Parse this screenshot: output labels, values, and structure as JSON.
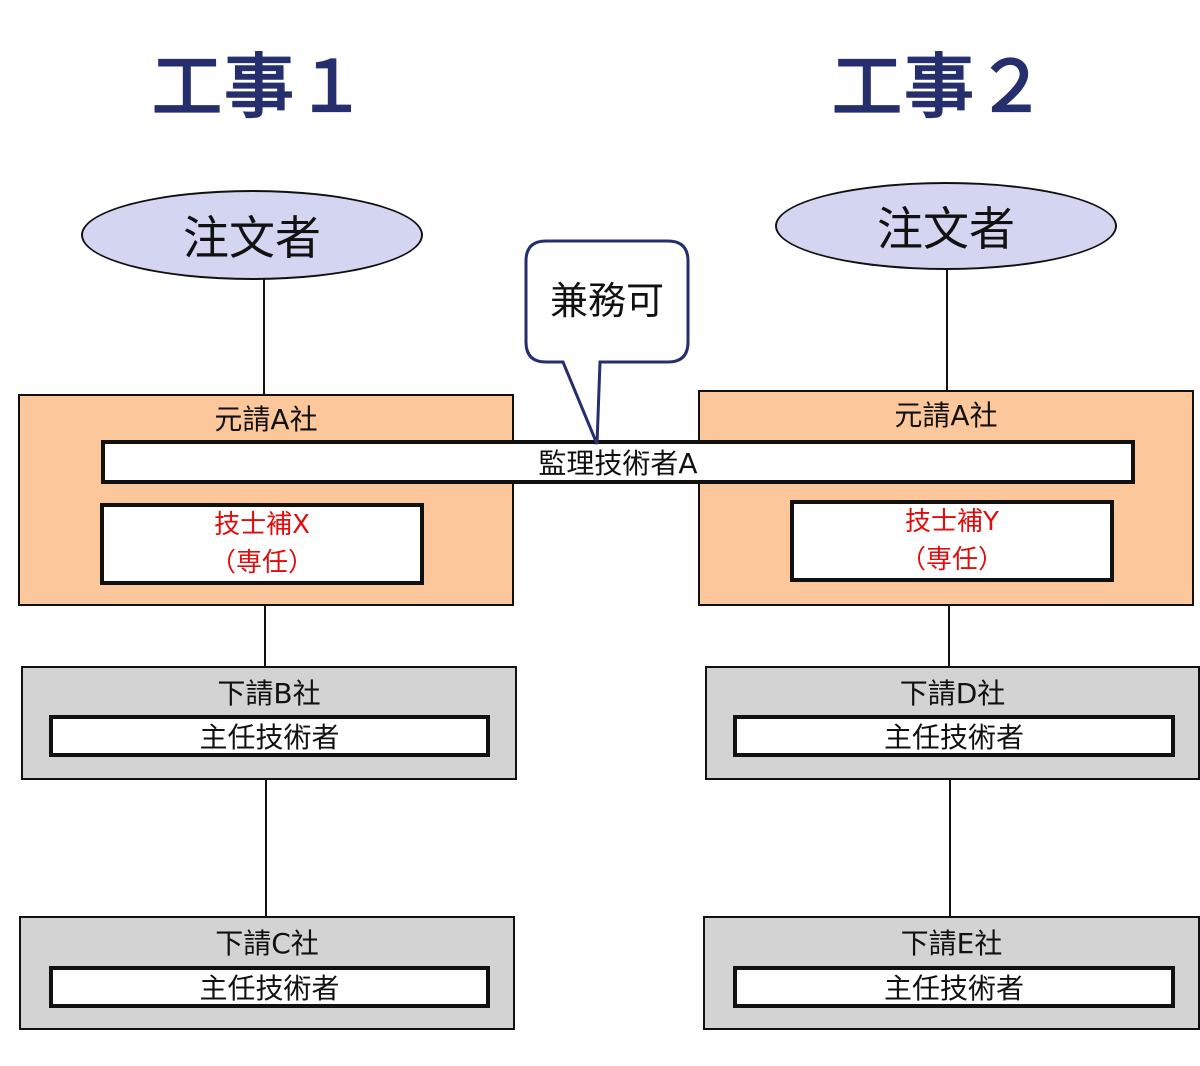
{
  "titles": {
    "left": "工事１",
    "right": "工事２"
  },
  "project1": {
    "client": "注文者",
    "prime": {
      "label": "元請A社",
      "assistant": {
        "line1": "技士補X",
        "line2": "（専任）"
      }
    },
    "sub1": {
      "label": "下請B社",
      "engineer": "主任技術者"
    },
    "sub2": {
      "label": "下請C社",
      "engineer": "主任技術者"
    }
  },
  "project2": {
    "client": "注文者",
    "prime": {
      "label": "元請A社",
      "assistant": {
        "line1": "技士補Y",
        "line2": "（専任）"
      }
    },
    "sub1": {
      "label": "下請D社",
      "engineer": "主任技術者"
    },
    "sub2": {
      "label": "下請E社",
      "engineer": "主任技術者"
    }
  },
  "shared": {
    "supervisor": "監理技術者A"
  },
  "callout": {
    "text": "兼務可"
  },
  "colors": {
    "title": "#262f6e",
    "client_fill": "#d3d5f1",
    "prime_fill": "#fcc89b",
    "sub_fill": "#d3d3d3",
    "assistant_text": "#e00d0d",
    "callout_border": "#262f6e"
  }
}
